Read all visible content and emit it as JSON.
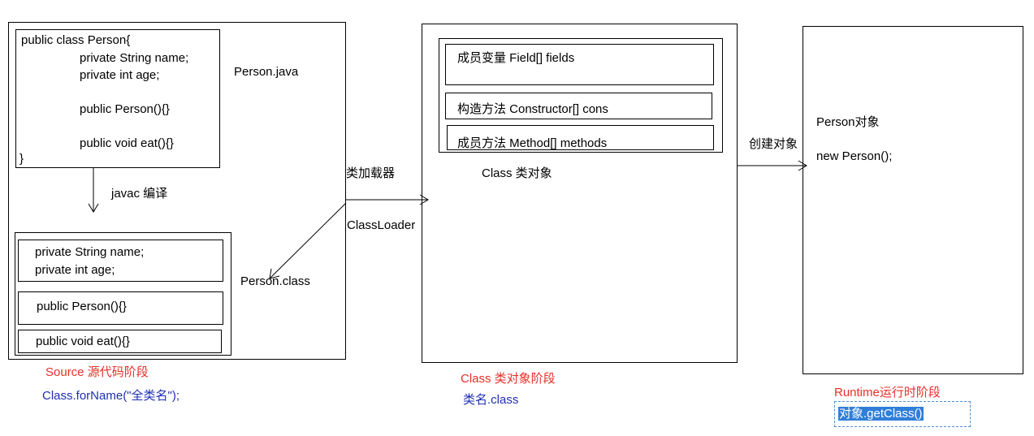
{
  "source": {
    "code_lines": [
      "public class Person{",
      "private String name;",
      "private int age;",
      "public Person(){}",
      "public void eat(){}",
      "}"
    ],
    "file_label": "Person.java",
    "compile_label": "javac 编译",
    "class_sections": [
      [
        "private String name;",
        "private int age;"
      ],
      [
        "public Person(){}"
      ],
      [
        "public void eat(){}"
      ]
    ],
    "class_file_label": "Person.class",
    "stage_label": "Source 源代码阶段",
    "stage_method": "Class.forName(\"全类名\");"
  },
  "loader": {
    "label_cn": "类加载器",
    "label_en": "ClassLoader"
  },
  "class_object": {
    "rows": [
      "成员变量  Field[] fields",
      "构造方法  Constructor[] cons",
      "成员方法 Method[] methods"
    ],
    "title": "Class 类对象",
    "stage_label": "Class 类对象阶段",
    "stage_method": "类名.class"
  },
  "runtime": {
    "create_label": "创建对象",
    "object_title": "Person对象",
    "object_code": "new Person();",
    "stage_label": "Runtime运行时阶段",
    "stage_method": "对象.getClass()"
  },
  "colors": {
    "stage_label": "#e8302a",
    "stage_method": "#1f2fb0",
    "selection": "#2f7fd8"
  }
}
